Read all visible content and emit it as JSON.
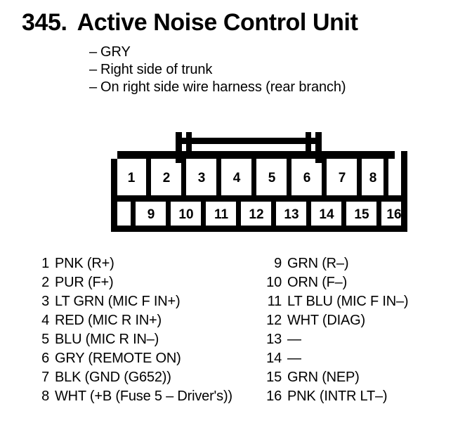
{
  "header": {
    "number": "345.",
    "title": "Active Noise Control Unit",
    "bullets": [
      "GRY",
      "Right side of trunk",
      "On right side wire harness (rear branch)"
    ],
    "dash": "–"
  },
  "connector": {
    "name": "16-pin connector",
    "top_row_pins": [
      "1",
      "2",
      "3",
      "4",
      "5",
      "6",
      "7",
      "8"
    ],
    "bottom_row_pins": [
      "9",
      "10",
      "11",
      "12",
      "13",
      "14",
      "15",
      "16"
    ],
    "line_color": "#000000",
    "fill_color": "#ffffff"
  },
  "pin_list": {
    "left": [
      {
        "no": "1",
        "desc": "PNK (R+)"
      },
      {
        "no": "2",
        "desc": "PUR (F+)"
      },
      {
        "no": "3",
        "desc": "LT GRN (MIC F IN+)"
      },
      {
        "no": "4",
        "desc": "RED (MIC R IN+)"
      },
      {
        "no": "5",
        "desc": "BLU (MIC R IN–)"
      },
      {
        "no": "6",
        "desc": "GRY (REMOTE ON)"
      },
      {
        "no": "7",
        "desc": "BLK (GND (G652))"
      },
      {
        "no": "8",
        "desc": "WHT (+B (Fuse 5 – Driver's))"
      }
    ],
    "right": [
      {
        "no": "9",
        "desc": "GRN (R–)"
      },
      {
        "no": "10",
        "desc": "ORN (F–)"
      },
      {
        "no": "11",
        "desc": "LT BLU (MIC F IN–)"
      },
      {
        "no": "12",
        "desc": "WHT (DIAG)"
      },
      {
        "no": "13",
        "desc": "—"
      },
      {
        "no": "14",
        "desc": "—"
      },
      {
        "no": "15",
        "desc": "GRN (NEP)"
      },
      {
        "no": "16",
        "desc": "PNK (INTR LT–)"
      }
    ]
  }
}
